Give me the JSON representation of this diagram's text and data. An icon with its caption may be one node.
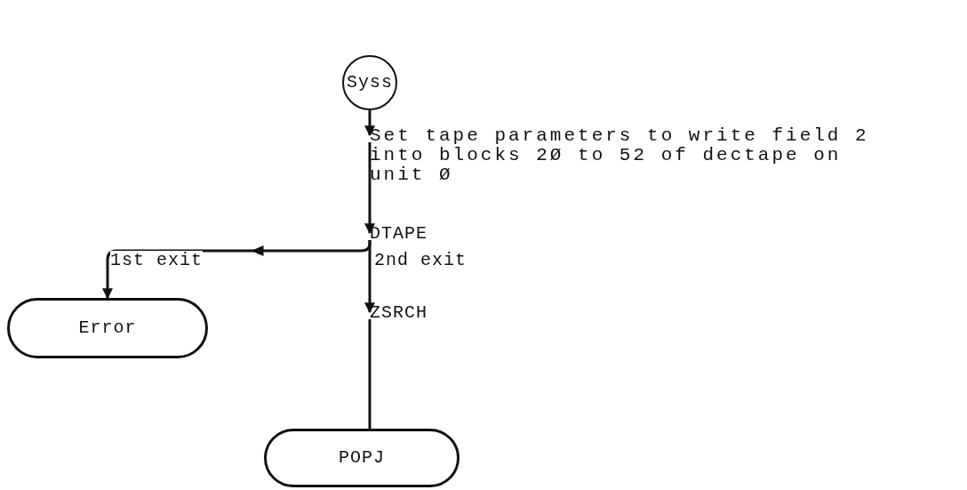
{
  "diagram": {
    "nodes": [
      {
        "text": [
          "Syss"
        ]
      },
      {
        "text": [
          "Set tape parameters to write field 2 into blocks 2Ø to 52 of dectape on unit Ø"
        ]
      },
      {
        "text": [
          "DTAPE"
        ]
      },
      {
        "text": [
          "ZSRCH"
        ]
      },
      {
        "text": [
          "Error"
        ]
      },
      {
        "text": [
          "POPJ"
        ]
      }
    ],
    "edges": [
      {
        "from": 0,
        "to": 1,
        "arrow": "to"
      },
      {
        "from": 1,
        "to": 2,
        "arrow": "to"
      },
      {
        "from": 2,
        "to": 4,
        "arrow": "to",
        "label": "1st exit"
      },
      {
        "from": 2,
        "to": 3,
        "arrow": "to",
        "label": "2nd exit"
      },
      {
        "from": 3,
        "to": 5,
        "arrow": "none"
      }
    ]
  }
}
